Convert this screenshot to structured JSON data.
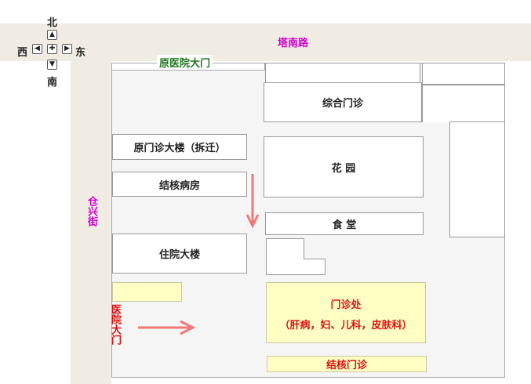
{
  "compass": {
    "north": "北",
    "south": "南",
    "west": "西",
    "east": "东",
    "icons": {
      "up": "▲",
      "down": "▼",
      "left": "◀",
      "right": "▶",
      "center": "✚"
    }
  },
  "roads": {
    "top": "塔南路",
    "left": "仓兴街"
  },
  "gates": {
    "old_gate": "原医院大门",
    "main_gate": "医院大门"
  },
  "buildings": {
    "general_clinic": "综合门诊",
    "old_clinic": "原门诊大楼（拆迁）",
    "tb_ward": "结核病房",
    "inpatient": "住院大楼",
    "garden": "花  园",
    "canteen": "食  堂",
    "outpatient_title": "门诊处",
    "outpatient_sub": "（肝病，妇、儿科，皮肤科）",
    "tb_clinic": "结核门诊"
  },
  "colors": {
    "road": "#f0ece3",
    "road_label": "#cc00cc",
    "gate_label": "#227722",
    "highlight": "#ffffc4",
    "arrow": "#f07878",
    "red_text": "#dd1111"
  }
}
